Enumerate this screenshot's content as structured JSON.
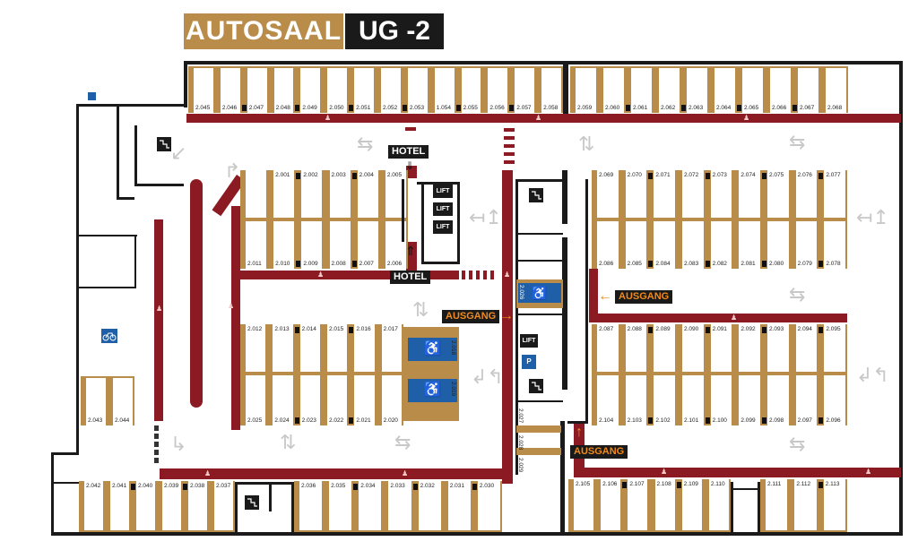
{
  "title": {
    "name": "AUTOSAAL",
    "level": "UG -2"
  },
  "colors": {
    "walkway": "#8b1a22",
    "parking": "#b98c4a",
    "wall": "#1a1a1a",
    "accessible": "#1f5fa8",
    "exit": "#f08a1c"
  },
  "labels": {
    "hotel": "HOTEL",
    "exit": "AUSGANG",
    "lift": "LIFT"
  },
  "rows": {
    "top_left": [
      "2.045",
      "2.046",
      "2.047",
      "2.048",
      "2.049",
      "2.050",
      "2.051",
      "2.052",
      "2.053",
      "1.054",
      "2.055",
      "2.056",
      "2.057",
      "2.058"
    ],
    "top_right": [
      "2.059",
      "2.060",
      "2.061",
      "2.062",
      "2.063",
      "2.064",
      "2.065",
      "2.066",
      "2.067",
      "2.068"
    ],
    "block_a_top": [
      "2.001",
      "2.002",
      "2.003",
      "2.004",
      "2.005"
    ],
    "block_a_bottom": [
      "2.011",
      "2.010",
      "2.009",
      "2.008",
      "2.007",
      "2.006"
    ],
    "block_b_top": [
      "2.012",
      "2.013",
      "2.014",
      "2.015",
      "2.016",
      "2.017"
    ],
    "block_b_bottom": [
      "2.025",
      "2.024",
      "2.023",
      "2.022",
      "2.021",
      "2.020"
    ],
    "block_b_accessible": [
      "2.018",
      "2.019"
    ],
    "block_c_top": [
      "2.069",
      "2.070",
      "2.071",
      "2.072",
      "2.073",
      "2.074",
      "2.075",
      "2.076",
      "2.077"
    ],
    "block_c_bottom": [
      "2.086",
      "2.085",
      "2.084",
      "2.083",
      "2.082",
      "2.081",
      "2.080",
      "2.079",
      "2.078"
    ],
    "block_d_top": [
      "2.087",
      "2.088",
      "2.089",
      "2.090",
      "2.091",
      "2.092",
      "2.093",
      "2.094",
      "2.095"
    ],
    "block_d_bottom": [
      "2.104",
      "2.103",
      "2.102",
      "2.101",
      "2.100",
      "2.099",
      "2.098",
      "2.097",
      "2.096"
    ],
    "left_side": [
      "2.043",
      "2.044"
    ],
    "bottom_left_a": [
      "2.042",
      "2.041",
      "2.040",
      "2.039",
      "2.038",
      "2.037"
    ],
    "bottom_left_b": [
      "2.036",
      "2.035",
      "2.034",
      "2.033",
      "2.032",
      "2.031",
      "2.030"
    ],
    "bottom_right_a": [
      "2.105",
      "2.106",
      "2.107",
      "2.108",
      "2.109",
      "2.110"
    ],
    "bottom_right_b": [
      "2.111",
      "2.112",
      "2.113"
    ],
    "core_accessible": "2.026",
    "core_vertical": [
      "2.027",
      "2.028",
      "2.029"
    ]
  }
}
